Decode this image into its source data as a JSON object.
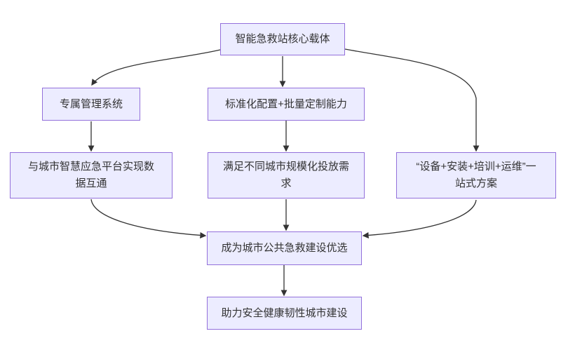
{
  "diagram": {
    "type": "flowchart-top-down",
    "theme": {
      "background": "#FFFFFF",
      "node_fill": "#ECECFF",
      "node_border": "#9370DB",
      "edge_color": "#333333",
      "text_color": "#333333",
      "arrowhead": "filled-triangle"
    },
    "nodes": [
      {
        "id": "core",
        "label": "智能急救站核心载体",
        "lines": [
          "智能急救站核心载体"
        ]
      },
      {
        "id": "mgmt-system",
        "label": "专属管理系统",
        "lines": [
          "专属管理系统"
        ]
      },
      {
        "id": "standard-config",
        "label": "标准化配置+批量定制能力",
        "lines": [
          "标准化配置+批量定制能力"
        ]
      },
      {
        "id": "data-interop",
        "label": "与城市智慧应急平台实现数据互通",
        "lines": [
          "与城市智慧应急平台实现数",
          "据互通"
        ]
      },
      {
        "id": "scale-deployment",
        "label": "满足不同城市规模化投放需求",
        "lines": [
          "满足不同城市规模化投放需",
          "求"
        ]
      },
      {
        "id": "one-stop",
        "label": "“设备+安装+培训+运维”一站式方案",
        "lines": [
          "“设备+安装+培训+运维”一",
          "站式方案"
        ]
      },
      {
        "id": "preferred-choice",
        "label": "成为城市公共急救建设优选",
        "lines": [
          "成为城市公共急救建设优选"
        ]
      },
      {
        "id": "resilient-city",
        "label": "助力安全健康韧性城市建设",
        "lines": [
          "助力安全健康韧性城市建设"
        ]
      }
    ],
    "edges": [
      {
        "from": "core",
        "to": "mgmt-system"
      },
      {
        "from": "core",
        "to": "standard-config"
      },
      {
        "from": "core",
        "to": "one-stop"
      },
      {
        "from": "mgmt-system",
        "to": "data-interop"
      },
      {
        "from": "standard-config",
        "to": "scale-deployment"
      },
      {
        "from": "data-interop",
        "to": "preferred-choice"
      },
      {
        "from": "scale-deployment",
        "to": "preferred-choice"
      },
      {
        "from": "one-stop",
        "to": "preferred-choice"
      },
      {
        "from": "preferred-choice",
        "to": "resilient-city"
      }
    ]
  }
}
